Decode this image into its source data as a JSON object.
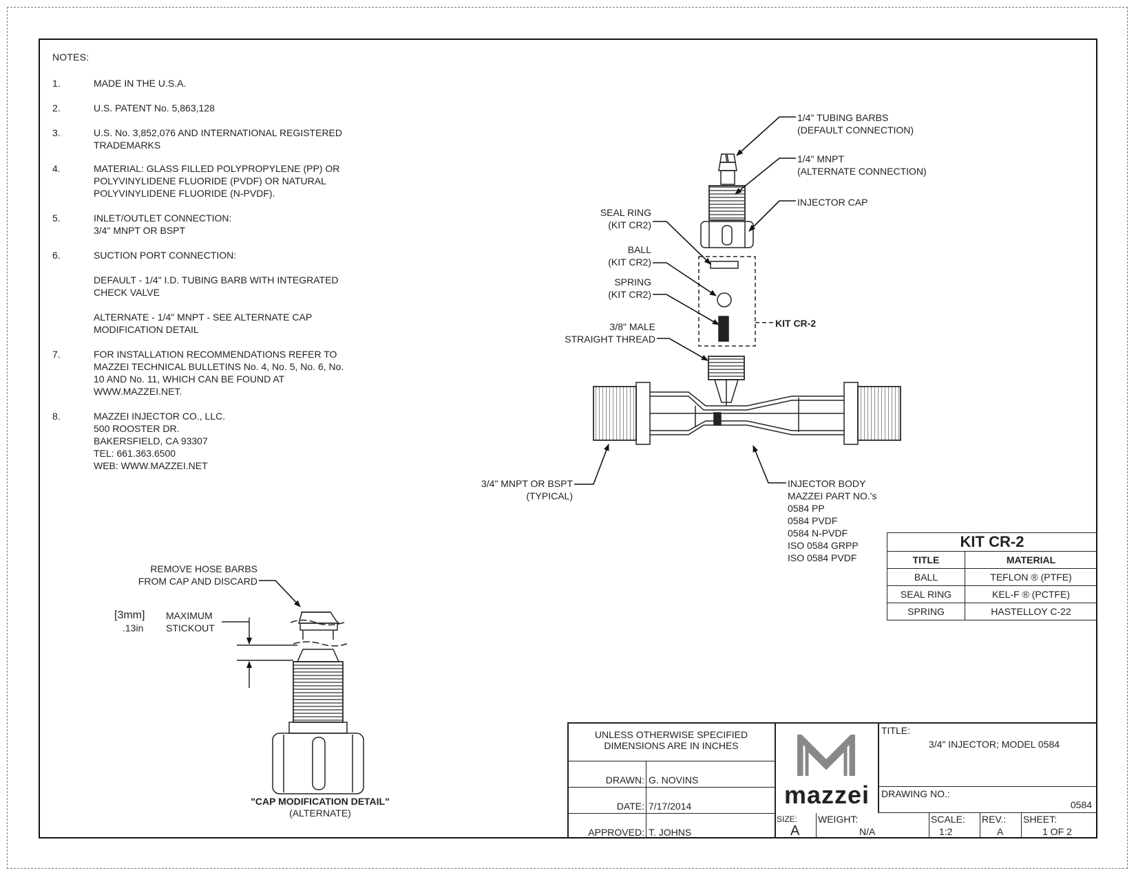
{
  "notes": {
    "heading": "NOTES:",
    "items": [
      {
        "num": "1.",
        "text": "MADE IN THE U.S.A."
      },
      {
        "num": "2.",
        "text": "U.S. PATENT No. 5,863,128"
      },
      {
        "num": "3.",
        "text": "U.S. No. 3,852,076 AND INTERNATIONAL REGISTERED\nTRADEMARKS"
      },
      {
        "num": "4.",
        "text": "MATERIAL: GLASS FILLED POLYPROPYLENE (PP) OR\nPOLYVINYLIDENE FLUORIDE (PVDF) OR NATURAL\nPOLYVINYLIDENE FLUORIDE (N-PVDF)."
      },
      {
        "num": "5.",
        "text": "INLET/OUTLET CONNECTION:\n3/4\" MNPT OR BSPT"
      },
      {
        "num": "6.",
        "text": "SUCTION PORT CONNECTION:"
      },
      {
        "num": "",
        "text": "DEFAULT - 1/4\" I.D. TUBING BARB WITH INTEGRATED\nCHECK VALVE"
      },
      {
        "num": "",
        "text": "ALTERNATE - 1/4\" MNPT - SEE ALTERNATE CAP\nMODIFICATION DETAIL"
      },
      {
        "num": "7.",
        "text": "FOR INSTALLATION RECOMMENDATIONS REFER TO\nMAZZEI TECHNICAL BULLETINS No. 4, No. 5, No. 6, No.\n10 AND No. 11, WHICH CAN BE FOUND AT\nWWW.MAZZEI.NET."
      },
      {
        "num": "8.",
        "text": "MAZZEI INJECTOR CO., LLC.\n500 ROOSTER DR.\nBAKERSFIELD, CA 93307\nTEL: 661.363.6500\nWEB: WWW.MAZZEI.NET"
      }
    ]
  },
  "callouts": {
    "tubing_barbs": "1/4\" TUBING BARBS\n(DEFAULT CONNECTION)",
    "mnpt": "1/4\" MNPT\n(ALTERNATE CONNECTION)",
    "injector_cap": "INJECTOR CAP",
    "seal_ring": "SEAL RING\n(KIT CR2)",
    "ball": "BALL\n(KIT CR2)",
    "spring": "SPRING\n(KIT CR2)",
    "kit_cr2": "KIT CR-2",
    "male_thread": "3/8\" MALE\nSTRAIGHT THREAD",
    "inlet_outlet": "3/4\" MNPT OR BSPT\n(TYPICAL)",
    "injector_body": "INJECTOR BODY\nMAZZEI PART NO.'s\n0584 PP\n0584 PVDF\n0584 N-PVDF\nISO 0584 GRPP\nISO 0584 PVDF"
  },
  "detail": {
    "remove_barbs": "REMOVE HOSE BARBS\nFROM CAP AND DISCARD",
    "dim_mm": "3mm",
    "dim_in": ".13in",
    "max_stickout": "MAXIMUM\nSTICKOUT",
    "title": "\"CAP MODIFICATION DETAIL\"",
    "subtitle": "(ALTERNATE)"
  },
  "kit_table": {
    "title": "KIT CR-2",
    "headers": [
      "TITLE",
      "MATERIAL"
    ],
    "rows": [
      [
        "BALL",
        "TEFLON ® (PTFE)"
      ],
      [
        "SEAL RING",
        "KEL-F ® (PCTFE)"
      ],
      [
        "SPRING",
        "HASTELLOY C-22"
      ]
    ]
  },
  "title_block": {
    "unless": "UNLESS OTHERWISE SPECIFIED\nDIMENSIONS ARE IN INCHES",
    "drawn_label": "DRAWN:",
    "drawn_value": "G. NOVINS",
    "date_label": "DATE:",
    "date_value": "7/17/2014",
    "approved_label": "APPROVED:",
    "approved_value": "T. JOHNS",
    "logo_text": "mazzei",
    "title_label": "TITLE:",
    "title_value": "3/4\" INJECTOR; MODEL 0584",
    "drawing_no_label": "DRAWING NO.:",
    "drawing_no_value": "0584",
    "size_label": "SIZE:",
    "size_value": "A",
    "weight_label": "WEIGHT:",
    "weight_value": "N/A",
    "scale_label": "SCALE:",
    "scale_value": "1:2",
    "rev_label": "REV.:",
    "rev_value": "A",
    "sheet_label": "SHEET:",
    "sheet_value": "1 OF 2"
  }
}
